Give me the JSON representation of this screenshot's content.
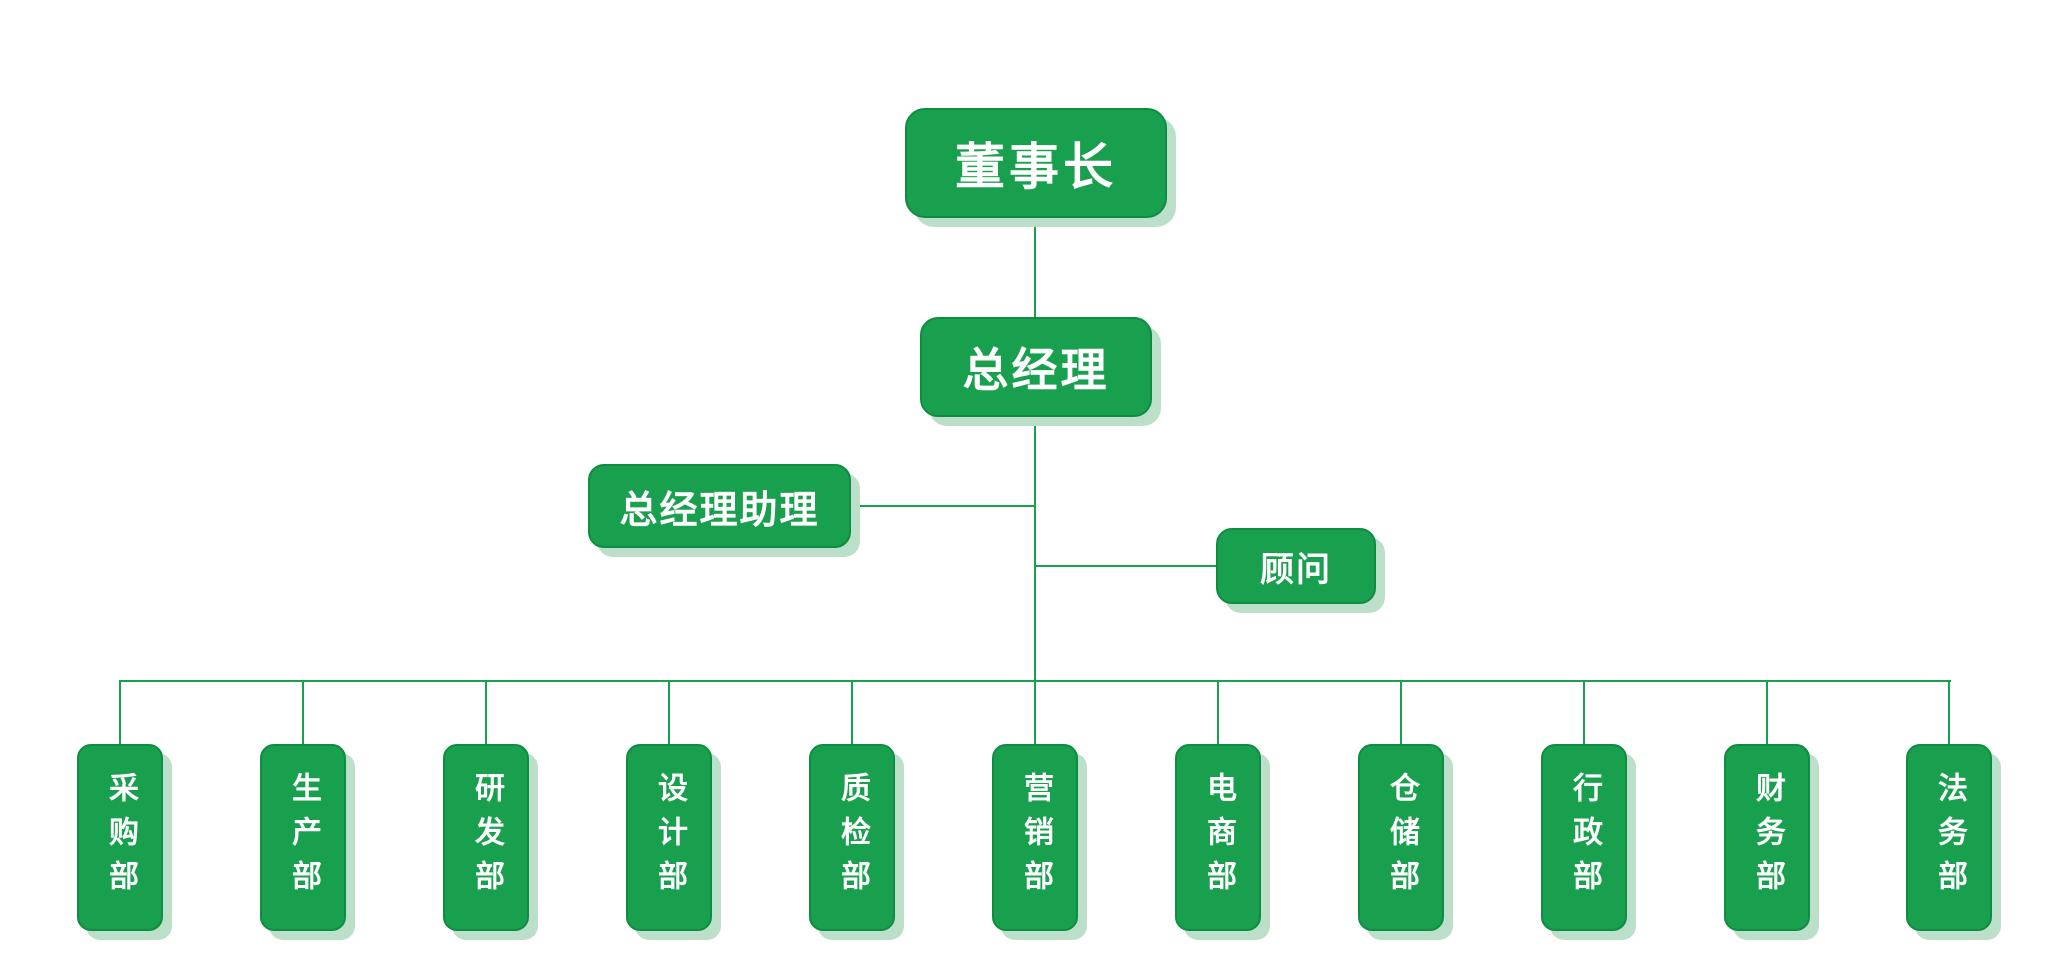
{
  "org_chart": {
    "chairman": {
      "label": "董事长"
    },
    "general_manager": {
      "label": "总经理"
    },
    "gm_assistant": {
      "label": "总经理助理"
    },
    "advisor": {
      "label": "顾问"
    },
    "departments": [
      {
        "label": "采购部"
      },
      {
        "label": "生产部"
      },
      {
        "label": "研发部"
      },
      {
        "label": "设计部"
      },
      {
        "label": "质检部"
      },
      {
        "label": "营销部"
      },
      {
        "label": "电商部"
      },
      {
        "label": "仓储部"
      },
      {
        "label": "行政部"
      },
      {
        "label": "财务部"
      },
      {
        "label": "法务部"
      }
    ]
  },
  "colors": {
    "node_fill": "#18A04E",
    "node_border": "#0F8C43",
    "node_shadow": "#BCDFC9",
    "connector": "#18A04E",
    "label_text": "#FFFFFF",
    "background": "#FFFFFF"
  }
}
